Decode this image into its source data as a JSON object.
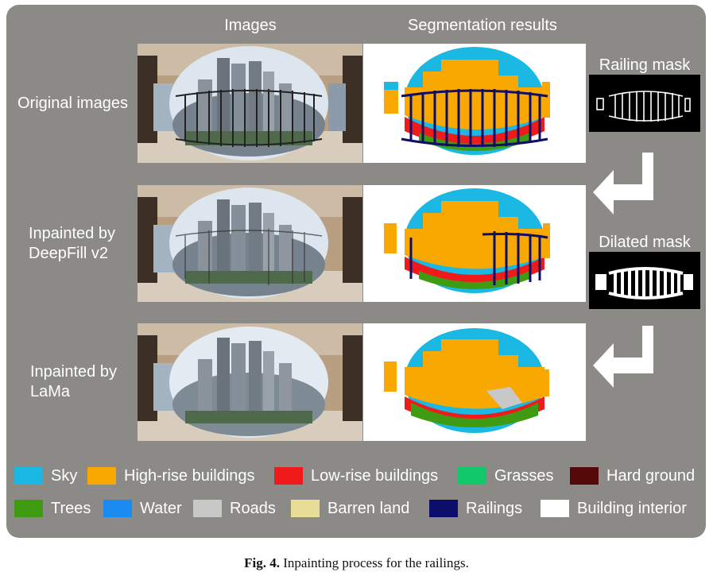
{
  "headers": {
    "images": "Images",
    "segmentation": "Segmentation results"
  },
  "rows": [
    {
      "label_lines": [
        "Original images"
      ],
      "mask_title": "Railing mask",
      "railings": "full"
    },
    {
      "label_lines": [
        "Inpainted by",
        "DeepFill v2"
      ],
      "mask_title": "Dilated mask",
      "railings": "partial"
    },
    {
      "label_lines": [
        "Inpainted by",
        "LaMa"
      ],
      "mask_title": "",
      "railings": "none"
    }
  ],
  "legend": [
    {
      "label": "Sky",
      "color": "#1ab8e3"
    },
    {
      "label": "High-rise buildings",
      "color": "#f8a800"
    },
    {
      "label": "Low-rise buildings",
      "color": "#ef1b1b"
    },
    {
      "label": "Grasses",
      "color": "#12c96a"
    },
    {
      "label": "Hard ground",
      "color": "#560909"
    },
    {
      "label": "Trees",
      "color": "#3f9b12"
    },
    {
      "label": "Water",
      "color": "#1a8bf0"
    },
    {
      "label": "Roads",
      "color": "#c8c8c8"
    },
    {
      "label": "Barren land",
      "color": "#e8dc96"
    },
    {
      "label": "Railings",
      "color": "#0d0d6b"
    },
    {
      "label": "Building interior",
      "color": "#ffffff"
    }
  ],
  "caption": {
    "figure": "Fig. 4.",
    "text": "Inpainting process for the railings."
  }
}
